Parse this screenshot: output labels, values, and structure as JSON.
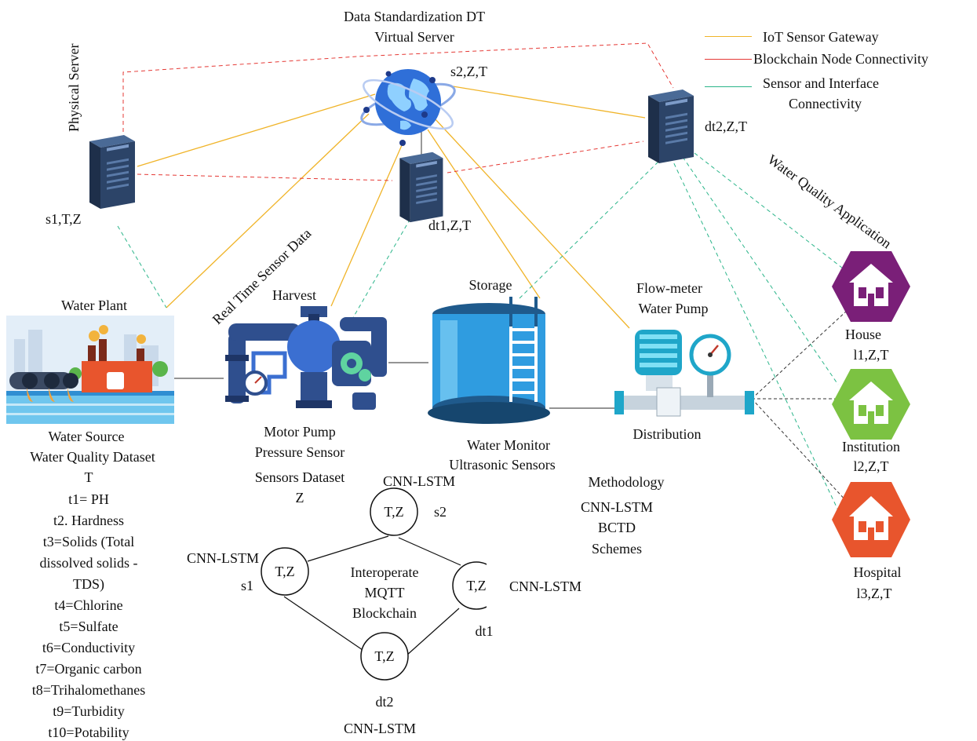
{
  "title": {
    "line1": "Data Standardization DT",
    "line2": "Virtual Server"
  },
  "legend": [
    {
      "label": "IoT  Sensor Gateway",
      "color": "#f0b429"
    },
    {
      "label": "Blockchain Node Connectivity",
      "color": "#e53935"
    },
    {
      "label": "Sensor and Interface",
      "label2": "Connectivity",
      "color": "#2bb58a"
    }
  ],
  "servers": {
    "physical_label": "Physical Server",
    "s1": "s1,T,Z",
    "s2": "s2,Z,T",
    "dt1": "dt1,Z,T",
    "dt2": "dt2,Z,T"
  },
  "annotations": {
    "real_time": "Real Time Sensor Data",
    "water_quality_app": "Water Quality Application"
  },
  "stages": {
    "water_plant": "Water Plant",
    "harvest": "Harvest",
    "storage": "Storage",
    "flowmeter_1": "Flow-meter",
    "flowmeter_2": "Water Pump",
    "water_source": "Water Source",
    "wq_dataset": "Water Quality Dataset",
    "t_symbol": "T",
    "motor_pump": "Motor Pump",
    "pressure_sensor": "Pressure Sensor",
    "sensors_dataset": "Sensors Dataset",
    "z_symbol": "Z",
    "water_monitor": "Water Monitor",
    "ultrasonic": "Ultrasonic Sensors",
    "distribution": "Distribution"
  },
  "parameters": [
    "t1= PH",
    "t2. Hardness",
    "t3=Solids (Total",
    "dissolved solids -",
    "TDS)",
    "t4=Chlorine",
    "t5=Sulfate",
    "t6=Conductivity",
    "t7=Organic carbon",
    "t8=Trihalomethanes",
    "t9=Turbidity",
    "t10=Potability"
  ],
  "methodology": {
    "heading": "Methodology",
    "line1": "CNN-LSTM",
    "line2": "BCTD",
    "line3": "Schemes"
  },
  "network": {
    "node_label": "T,Z",
    "s2": "s2",
    "s1": "s1",
    "dt1": "dt1",
    "dt2": "dt2",
    "model": "CNN-LSTM",
    "center_1": "Interoperate",
    "center_2": "MQTT",
    "center_3": "Blockchain"
  },
  "applications": [
    {
      "name": "House",
      "code": "l1,Z,T",
      "color": "#7a1f78"
    },
    {
      "name": "Institution",
      "code": "l2,Z,T",
      "color": "#7cc242"
    },
    {
      "name": "Hospital",
      "code": "l3,Z,T",
      "color": "#e8552d"
    }
  ]
}
